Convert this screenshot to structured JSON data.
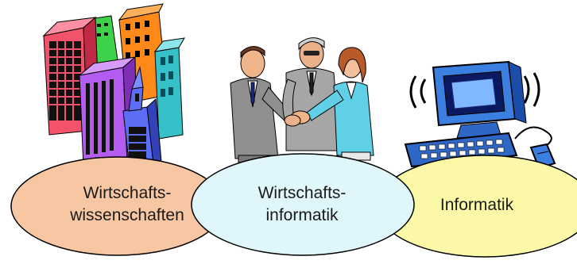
{
  "diagram": {
    "ovals": [
      {
        "id": "wiwi",
        "lines": [
          "Wirtschafts-",
          "wissenschaften"
        ],
        "fill": "#f7c6a2"
      },
      {
        "id": "winf",
        "lines": [
          "Wirtschafts-",
          "informatik"
        ],
        "fill": "#dff6fa"
      },
      {
        "id": "inf",
        "lines": [
          "Informatik"
        ],
        "fill": "#fbf9a8"
      }
    ],
    "clipart": [
      {
        "name": "city-buildings-icon"
      },
      {
        "name": "business-handshake-icon"
      },
      {
        "name": "computer-icon"
      }
    ]
  }
}
